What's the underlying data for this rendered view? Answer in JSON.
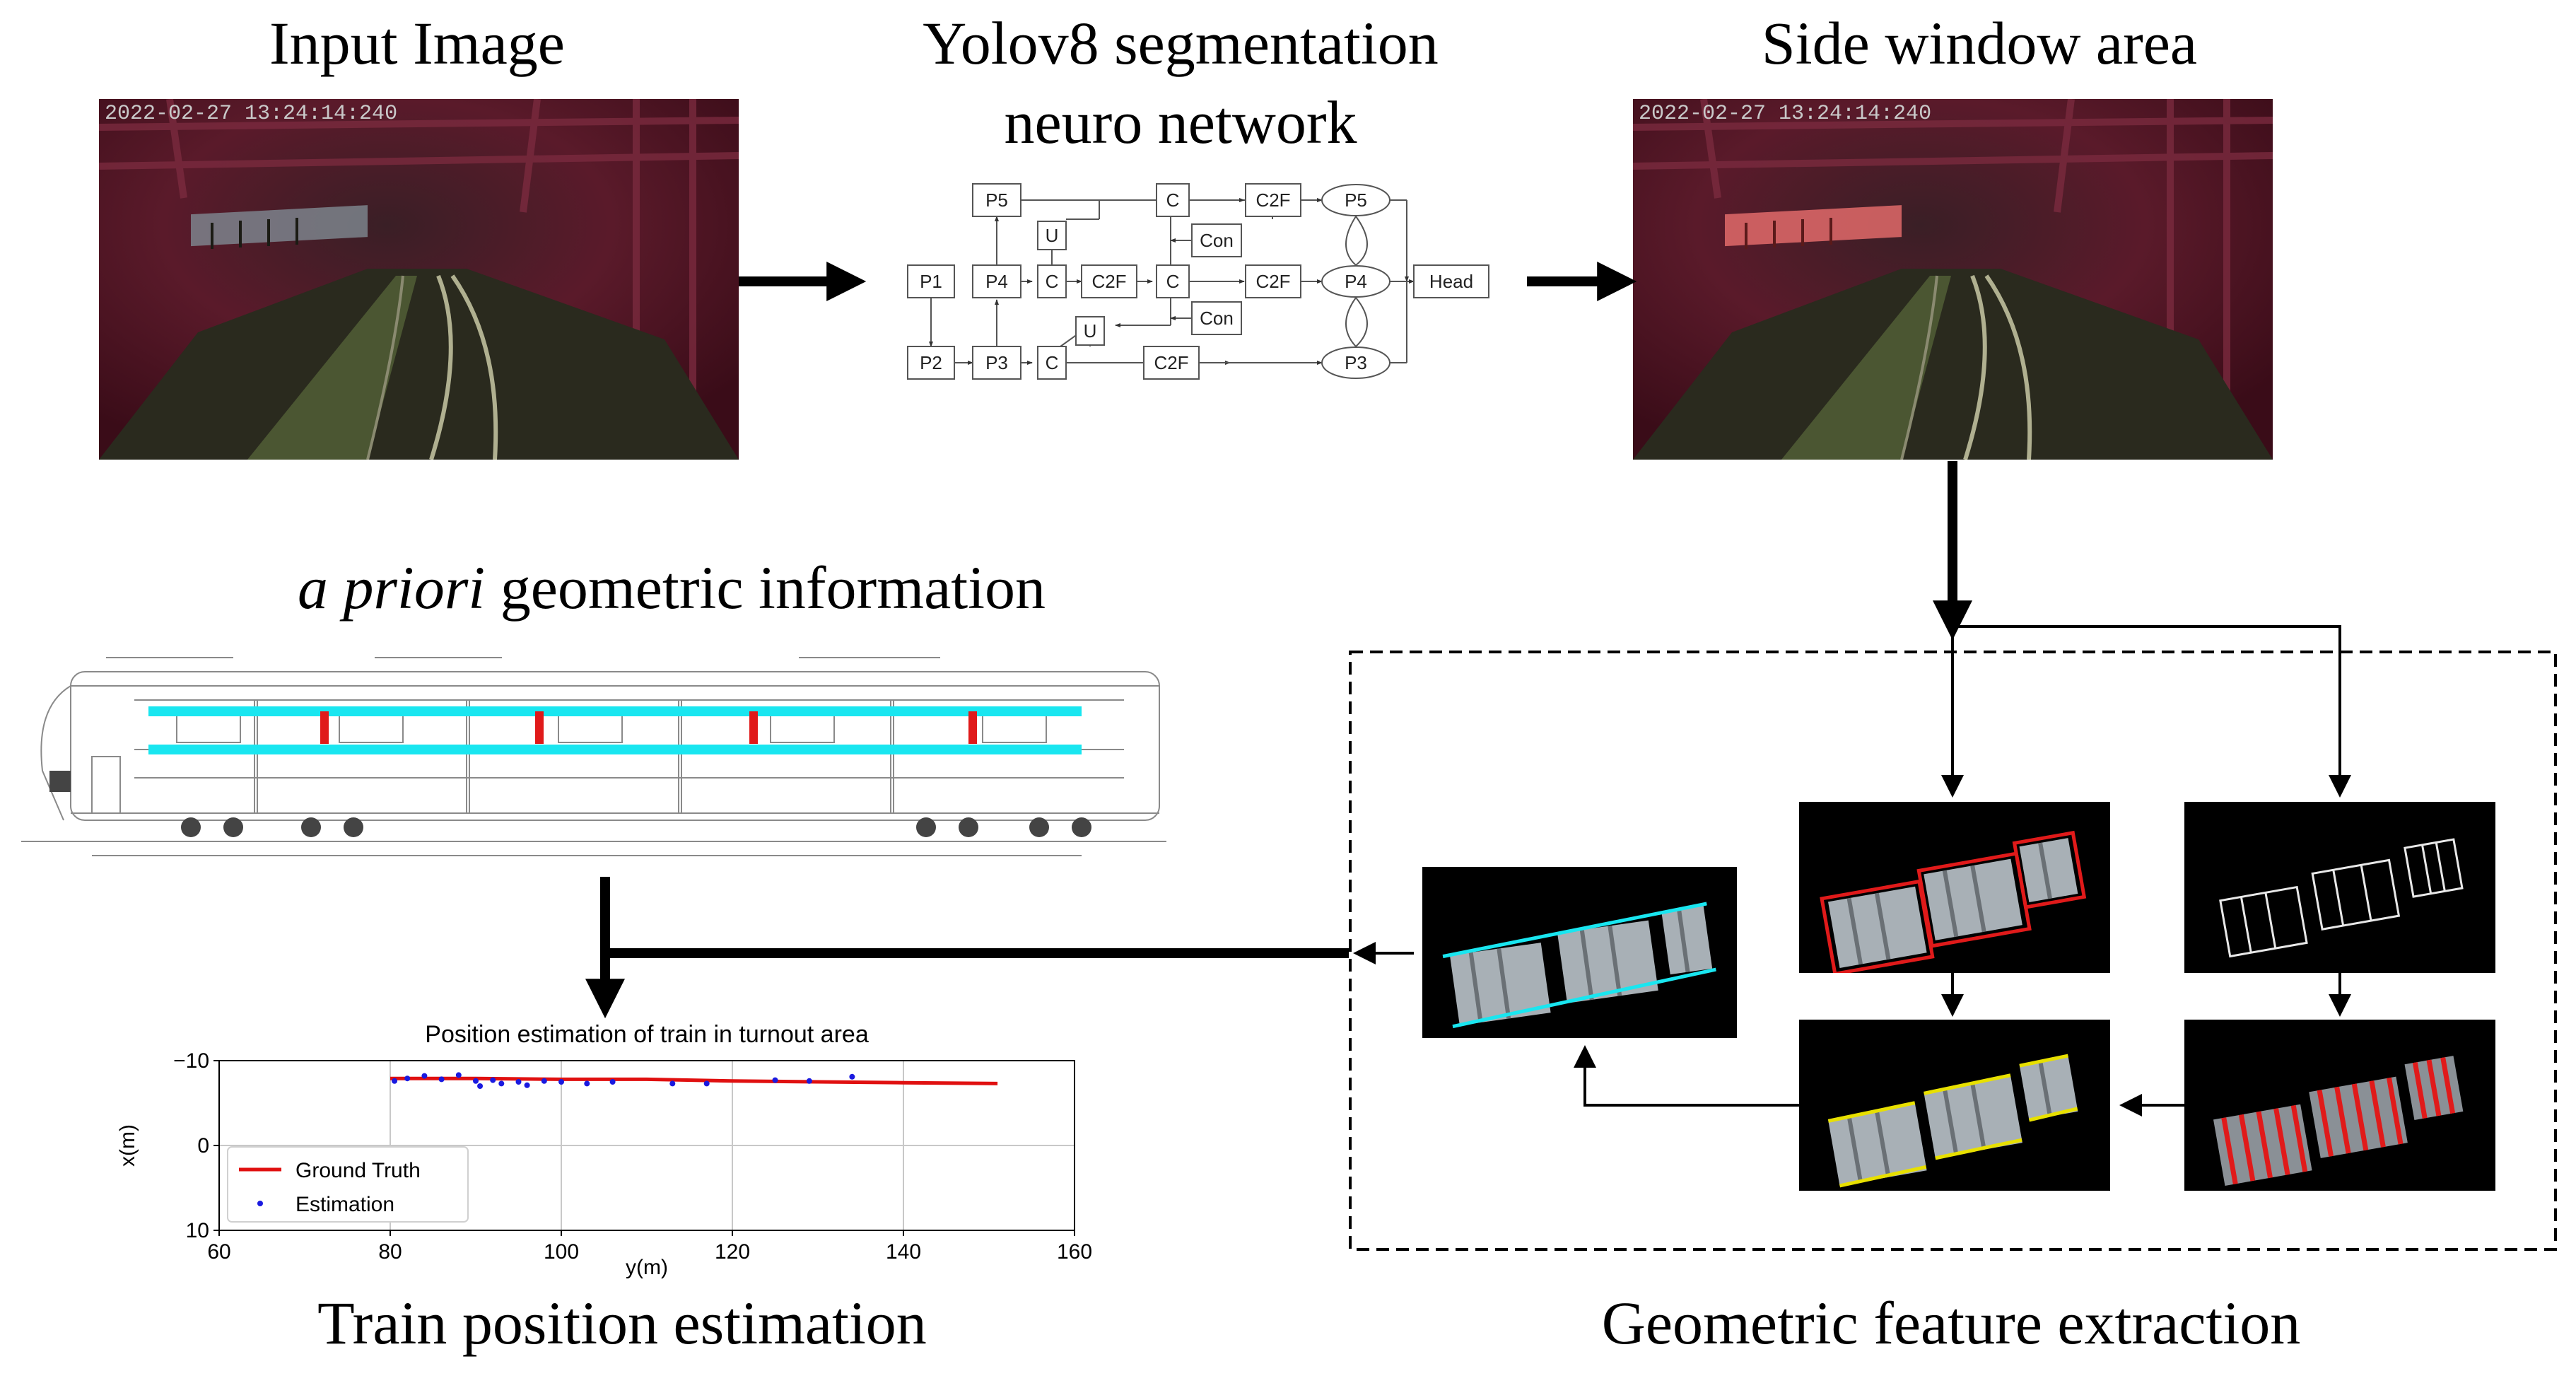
{
  "titles": {
    "input_image": "Input Image",
    "yolo_line1": "Yolov8 segmentation",
    "yolo_line2": "neuro network",
    "side_window": "Side window area",
    "apriori_italic": "a priori",
    "apriori_rest": " geometric information",
    "train_position": "Train position estimation",
    "geometric_feature": "Geometric feature extraction"
  },
  "timestamps": {
    "input": "2022-02-27 13:24:14:240",
    "side": "2022-02-27 13:24:14:240"
  },
  "network": {
    "p1": "P1",
    "p2": "P2",
    "p3": "P3",
    "p4": "P4",
    "p5": "P5",
    "u": "U",
    "c": "C",
    "c2f": "C2F",
    "con": "Con",
    "head": "Head"
  },
  "colors": {
    "cyan": "#19e6f0",
    "red": "#e01a1a",
    "yellow": "#e8e000",
    "truth": "#e01010",
    "estimation": "#1a1ae0"
  },
  "chart_data": {
    "type": "line",
    "title": "Position estimation of train in turnout area",
    "xlabel": "y(m)",
    "ylabel": "x(m)",
    "xlim": [
      60,
      160
    ],
    "ylim": [
      -10,
      10
    ],
    "y_inverted": true,
    "xticks": [
      60,
      80,
      100,
      120,
      140,
      160
    ],
    "yticks": [
      -10,
      0,
      10
    ],
    "grid": true,
    "legend_position": "lower-left",
    "series": [
      {
        "name": "Ground Truth",
        "type": "line",
        "color": "#e01010",
        "x": [
          80,
          90,
          100,
          110,
          120,
          130,
          140,
          151
        ],
        "y": [
          -7.9,
          -7.9,
          -7.8,
          -7.8,
          -7.6,
          -7.5,
          -7.4,
          -7.3
        ]
      },
      {
        "name": "Estimation",
        "type": "scatter",
        "color": "#1a1ae0",
        "x": [
          80.5,
          82,
          84,
          86,
          88,
          90,
          90.5,
          92,
          93,
          95,
          96,
          98,
          100,
          103,
          106,
          113,
          117,
          125,
          129,
          134
        ],
        "y": [
          -7.6,
          -7.9,
          -8.2,
          -7.8,
          -8.3,
          -7.6,
          -7.0,
          -7.7,
          -7.3,
          -7.5,
          -7.1,
          -7.6,
          -7.5,
          -7.3,
          -7.5,
          -7.3,
          -7.3,
          -7.7,
          -7.6,
          -8.1
        ]
      }
    ]
  }
}
